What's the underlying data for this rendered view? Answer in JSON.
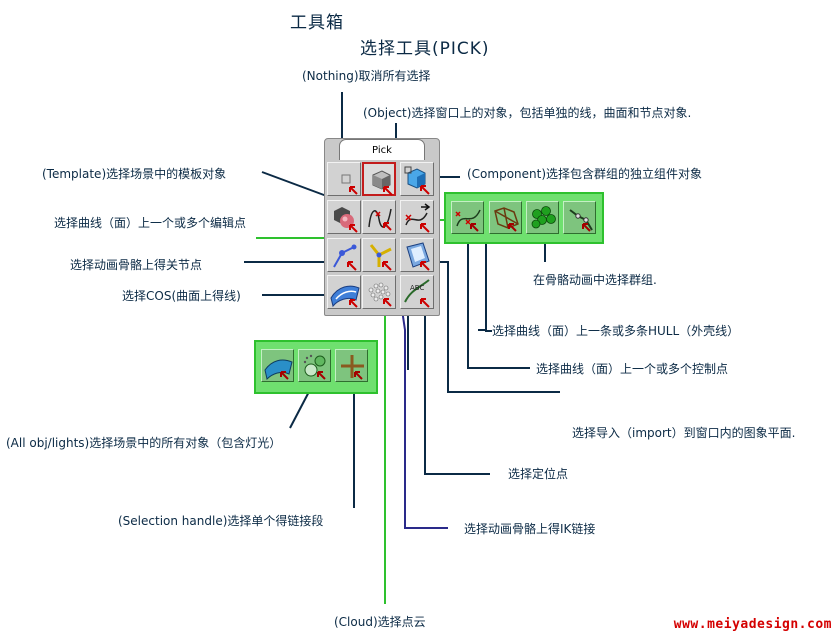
{
  "header": {
    "title": "工具箱",
    "subtitle": "选择工具(PICK)"
  },
  "palette": {
    "tab_label": "Pick"
  },
  "labels": {
    "nothing": "(Nothing)取消所有选择",
    "object": "(Object)选择窗口上的对象，包括单独的线，曲面和节点对象.",
    "template": "(Template)选择场景中的模板对象",
    "component": "(Component)选择包含群组的独立组件对象",
    "edit_points": "选择曲线（面）上一个或多个编辑点",
    "skeleton_joints": "选择动画骨骼上得关节点",
    "skeleton_groups": "在骨骼动画中选择群组.",
    "cos": "选择COS(曲面上得线)",
    "hull": "选择曲线（面）上一条或多条HULL（外壳线）",
    "control_points": "选择曲线（面）上一个或多个控制点",
    "all_objects": "(All obj/lights)选择场景中的所有对象（包含灯光）",
    "image_plane": "选择导入（import）到窗口内的图象平面.",
    "locator": "选择定位点",
    "selection_handle": "(Selection handle)选择单个得链接段",
    "ik_links": "选择动画骨骼上得IK链接",
    "cloud": "(Cloud)选择点云"
  },
  "watermark": "www.meiyadesign.com",
  "colors": {
    "label_text": "#0b2a45",
    "leader_line": "#0b2a45",
    "green_line": "#2ec12e",
    "purple_line": "#2a2a8a",
    "watermark": "#d40000",
    "subpalette_fill": "#6fe06f"
  },
  "icons": {
    "nothing": "pick-nothing-icon",
    "object": "pick-object-icon",
    "component": "pick-component-icon",
    "template": "pick-template-icon",
    "edit_point": "pick-edit-point-icon",
    "control_point_menu": "pick-cv-menu-icon",
    "skeleton": "pick-skeleton-icon",
    "ik": "pick-ik-icon",
    "image_plane": "pick-image-plane-icon",
    "cos": "pick-cos-icon",
    "cloud": "pick-cloud-icon",
    "locator": "pick-locator-icon",
    "cv": "pick-cv-icon",
    "hull": "pick-hull-icon",
    "group": "pick-group-icon",
    "chain": "pick-chain-icon",
    "all_objects": "pick-all-objects-icon",
    "all_lights": "pick-all-lights-icon",
    "handle": "pick-handle-icon"
  }
}
